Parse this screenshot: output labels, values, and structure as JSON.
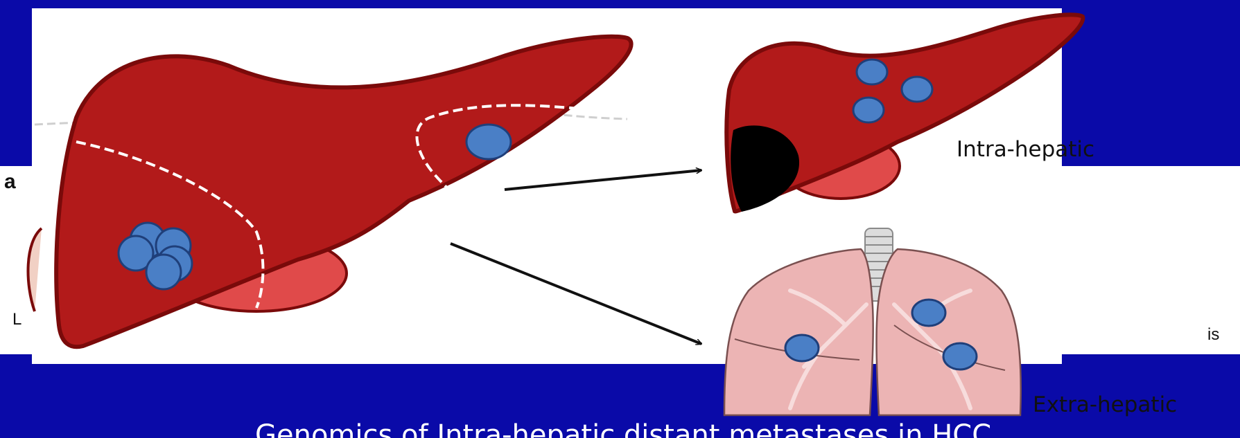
{
  "diagram": {
    "underlying_figure": {
      "panel_letter": "a",
      "left_text_fragment": "L",
      "right_text_fragment": "is"
    },
    "labels": {
      "intra": "Intra-hepatic",
      "extra": "Extra-hepatic",
      "caption": "Genomics of Intra-hepatic distant metastases in HCC"
    },
    "colors": {
      "background": "#0a0aa8",
      "liver": "#b21a1a",
      "liver_outline": "#7a0a0a",
      "gallbladder": "#e04a4a",
      "tumor": "#4a7fc6",
      "tumor_outline": "#1f3f7a",
      "necrotic_lesion": "#000000",
      "lung": "#ecb4b4",
      "trachea": "#dcdcdc"
    },
    "icons": [
      "liver-icon",
      "liver-icon",
      "lungs-icon",
      "arrow-icon"
    ]
  }
}
